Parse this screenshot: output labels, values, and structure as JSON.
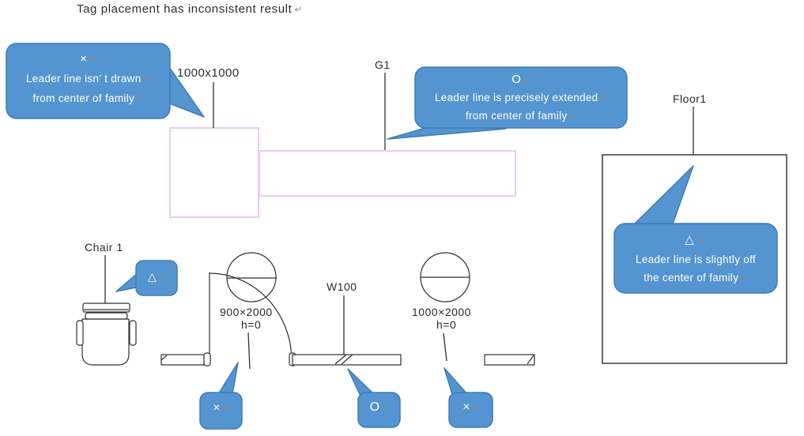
{
  "title": {
    "text": "Tag placement has inconsistent result"
  },
  "marks": {
    "return": "↵"
  },
  "labels": {
    "column_tag": "1000x1000",
    "beam_tag": "G1",
    "floor_tag": "Floor1",
    "chair_tag": "Chair 1",
    "door1_size": "900×2000",
    "door1_height": "h=0",
    "wall_tag": "W100",
    "door2_size": "1000×2000",
    "door2_height": "h=0"
  },
  "callouts": {
    "no_center": {
      "symbol": "×",
      "line1": "Leader line isn’ t drawn",
      "line2": "from center of family"
    },
    "precise": {
      "symbol": "O",
      "line1": "Leader line is precisely extended",
      "line2": "from center of family"
    },
    "slightly_off": {
      "symbol": "△",
      "line1": "Leader line is slightly off",
      "line2": "the center of family"
    },
    "chair_mark": {
      "symbol": "△"
    },
    "door1_mark": {
      "symbol": "×"
    },
    "wall_mark": {
      "symbol": "O"
    },
    "door2_mark": {
      "symbol": "×"
    }
  },
  "colors": {
    "callout_fill": "#5494d0",
    "callout_stroke": "#3f7cb8",
    "cad_pink": "#ecc9f2",
    "cad_line": "#2f2f2f",
    "text": "#2b2b2b",
    "return_mark": "#9c8465"
  }
}
